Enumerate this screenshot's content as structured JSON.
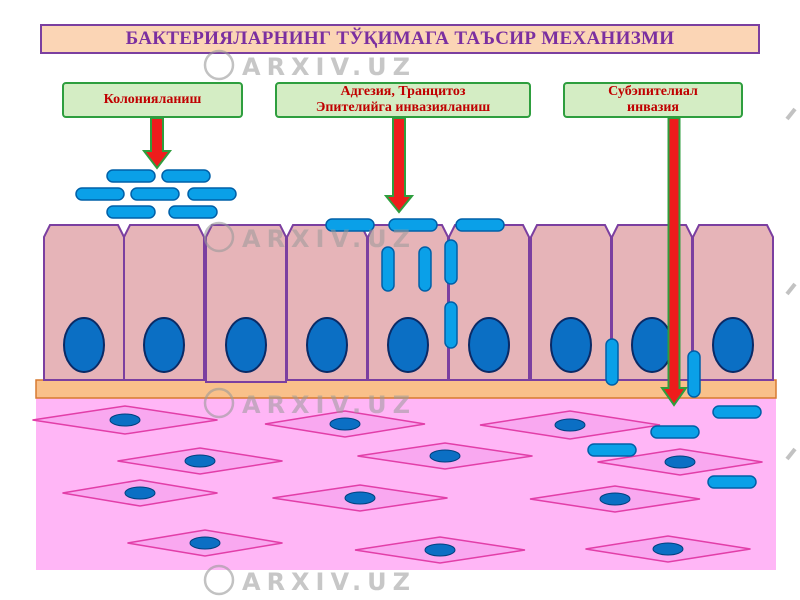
{
  "title": "БАКТЕРИЯЛАРНИНГ ТЎҚИМАГА ТАЪСИР МЕХАНИЗМИ",
  "stages": [
    {
      "label": "Колонияланиш"
    },
    {
      "label_line1": "Адгезия, Транцитоз",
      "label_line2": "Эпителийга инвазияланиш"
    },
    {
      "label_line1": "Субэпителиал",
      "label_line2": "инвазия"
    }
  ],
  "watermark": "ARXIV.UZ",
  "colors": {
    "title_bg": "#fbd5b5",
    "title_border": "#7b3fa0",
    "title_text": "#7b2fa0",
    "label_bg": "#d4edc4",
    "label_border": "#2e9e3e",
    "label_text": "#c00000",
    "arrow_fill": "#ee1c1c",
    "arrow_outline": "#2e9e3e",
    "cell_fill": "#e6b4b8",
    "cell_border": "#7b3fa0",
    "nucleus": "#0b6fc4",
    "bacteria": "#0aa0e8",
    "basement_membrane": "#f9c08a",
    "connective_tissue": "#ffb6f6",
    "fibroblast": "#f9a8f0"
  }
}
